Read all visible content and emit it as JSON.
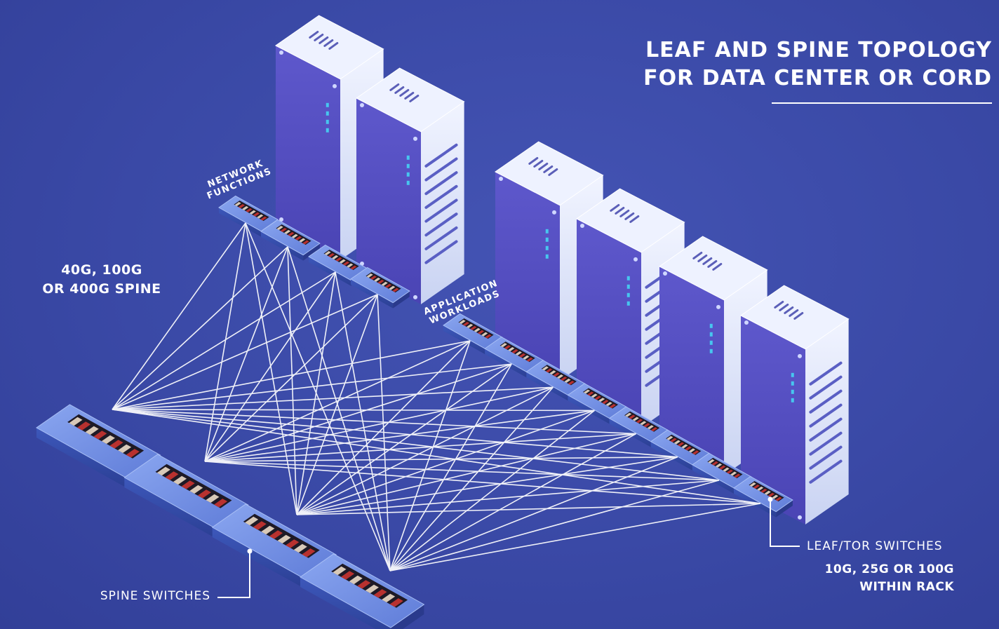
{
  "title_line1": "LEAF AND SPINE TOPOLOGY",
  "title_line2": "FOR DATA CENTER OR CORD",
  "spine_speed_line1": "40G, 100G",
  "spine_speed_line2": "OR 400G SPINE",
  "network_functions_line1": "NETWORK",
  "network_functions_line2": "FUNCTIONS",
  "application_workloads_line1": "APPLICATION",
  "application_workloads_line2": "WORKLOADS",
  "spine_switches_label": "SPINE SWITCHES",
  "leaf_switches_label": "LEAF/TOR SWITCHES",
  "leaf_speed_line1": "10G, 25G OR 100G",
  "leaf_speed_line2": "WITHIN RACK",
  "colors": {
    "background": "#3a49a6",
    "link": "#ffffff",
    "switch_body": "#6f8ce0",
    "server_front": "#5a52c8",
    "server_side": "#e6ecfa",
    "port_strip": "#1e1a26"
  },
  "counts": {
    "spine_switches": 4,
    "leaf_switches": 12,
    "servers": 6
  }
}
